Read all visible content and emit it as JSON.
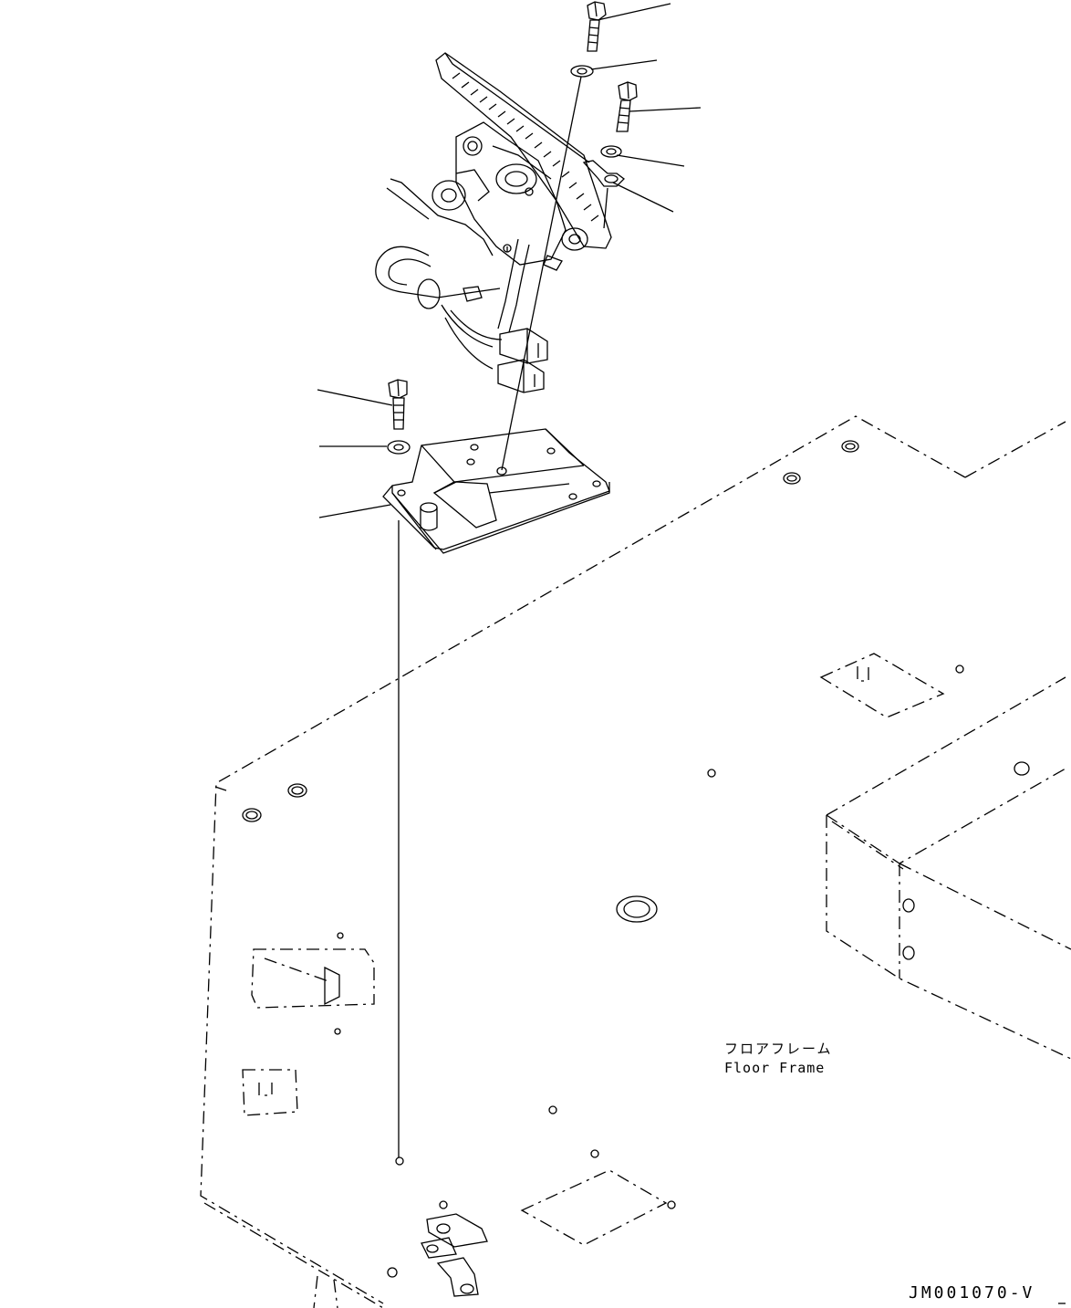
{
  "labels": {
    "floor_frame_jp": "フロアフレーム",
    "floor_frame_en": "Floor Frame"
  },
  "drawing_code": "JM001070-V",
  "colors": {
    "line": "#000000",
    "background": "#ffffff"
  }
}
